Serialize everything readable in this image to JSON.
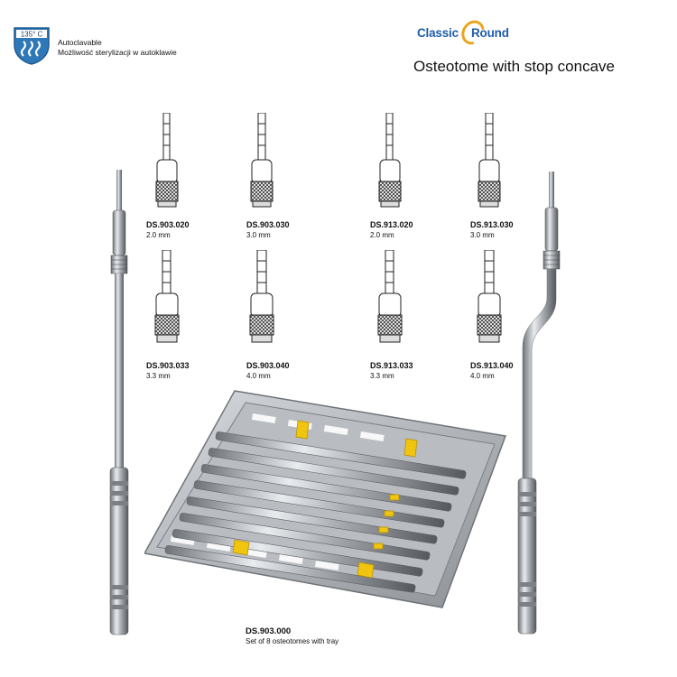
{
  "badge": {
    "temperature": "135° C",
    "icon": "steam-heat-icon",
    "color": "#2f78b8",
    "line1": "Autoclavable",
    "line2": "Możliwość sterylizacji w autoklawie"
  },
  "brand": {
    "part1": "Classic",
    "part2": "Round",
    "text_color": "#1f5da8",
    "ring_color": "#e9a51c"
  },
  "title": "Osteotome with stop concave",
  "tips": [
    {
      "code": "DS.903.020",
      "size": "2.0 mm"
    },
    {
      "code": "DS.903.030",
      "size": "3.0 mm"
    },
    {
      "code": "DS.913.020",
      "size": "2.0 mm"
    },
    {
      "code": "DS.913.030",
      "size": "3.0 mm"
    },
    {
      "code": "DS.903.033",
      "size": "3.3 mm"
    },
    {
      "code": "DS.903.040",
      "size": "4.0 mm"
    },
    {
      "code": "DS.913.033",
      "size": "3.3 mm"
    },
    {
      "code": "DS.913.040",
      "size": "4.0 mm"
    }
  ],
  "set": {
    "code": "DS.903.000",
    "description": "Set of 8 osteotomes with tray",
    "count": 8,
    "holder_color": "#f1c40f"
  }
}
